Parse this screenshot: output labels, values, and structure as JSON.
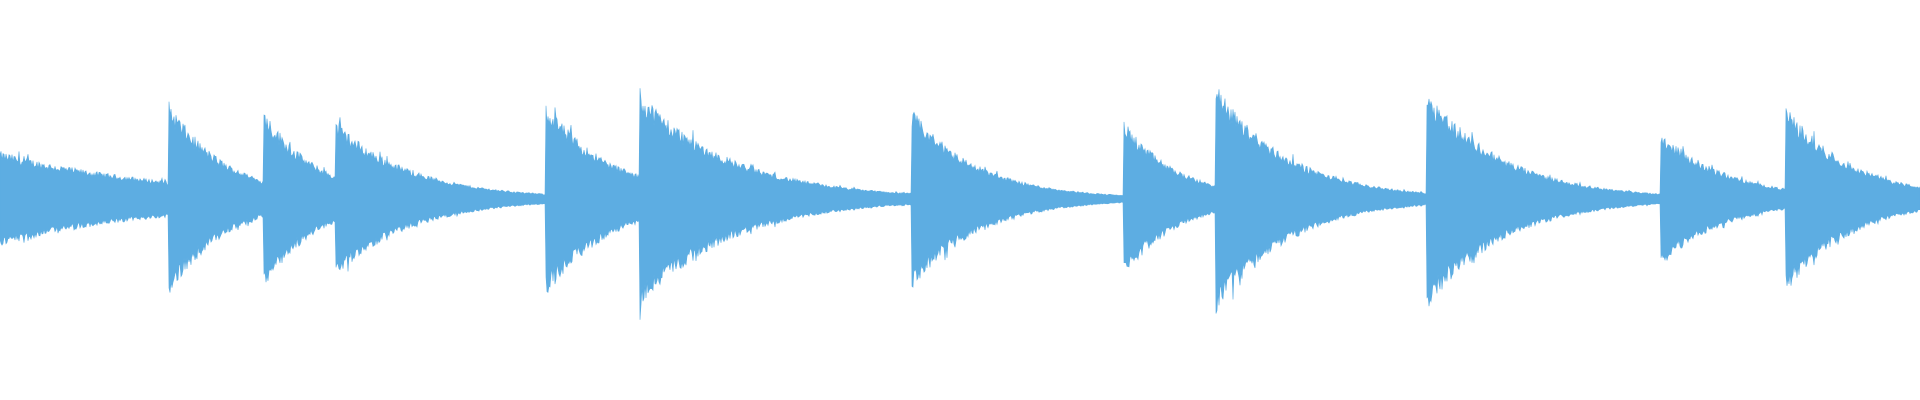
{
  "waveform": {
    "color": "#5dade2",
    "background": "#ffffff",
    "baseline_amplitude": 0.006,
    "onsets": [
      {
        "t": 0.0,
        "peak": 0.12,
        "decay": 0.09
      },
      {
        "t": 0.088,
        "peak": 0.245,
        "decay": 0.03
      },
      {
        "t": 0.137,
        "peak": 0.23,
        "decay": 0.028
      },
      {
        "t": 0.175,
        "peak": 0.195,
        "decay": 0.04
      },
      {
        "t": 0.284,
        "peak": 0.245,
        "decay": 0.035
      },
      {
        "t": 0.333,
        "peak": 0.275,
        "decay": 0.048
      },
      {
        "t": 0.475,
        "peak": 0.225,
        "decay": 0.035
      },
      {
        "t": 0.585,
        "peak": 0.2,
        "decay": 0.028
      },
      {
        "t": 0.633,
        "peak": 0.29,
        "decay": 0.038
      },
      {
        "t": 0.743,
        "peak": 0.28,
        "decay": 0.04
      },
      {
        "t": 0.865,
        "peak": 0.17,
        "decay": 0.035
      },
      {
        "t": 0.93,
        "peak": 0.235,
        "decay": 0.035
      }
    ]
  }
}
